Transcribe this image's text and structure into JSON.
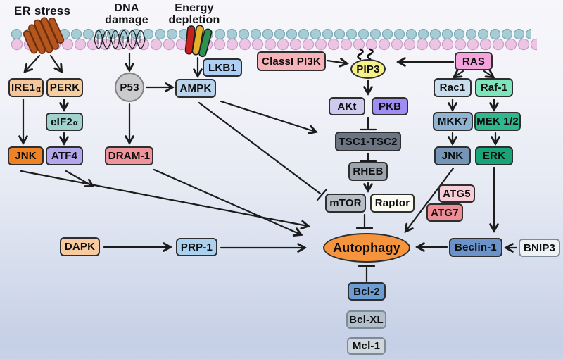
{
  "figure": {
    "stimuli": {
      "er_stress": "ER stress",
      "dna_damage_line1": "DNA",
      "dna_damage_line2": "damage",
      "energy_line1": "Energy",
      "energy_line2": "depletion"
    },
    "nodes": {
      "ire1a": {
        "label": "IRE1",
        "suffix": "α"
      },
      "perk": {
        "label": "PERK"
      },
      "eif2a": {
        "label": "eIF2",
        "suffix": "α"
      },
      "jnk_left": {
        "label": "JNK"
      },
      "atf4": {
        "label": "ATF4"
      },
      "p53": {
        "label": "P53"
      },
      "dram1": {
        "label": "DRAM-1"
      },
      "ampk": {
        "label": "AMPK"
      },
      "lkb1": {
        "label": "LKB1"
      },
      "class1_pi3k": {
        "label": "ClassI PI3K"
      },
      "pip3": {
        "label": "PIP3"
      },
      "ras": {
        "label": "RAS"
      },
      "rac1": {
        "label": "Rac1"
      },
      "raf1": {
        "label": "Raf-1"
      },
      "mkk7": {
        "label": "MKK7"
      },
      "mek12": {
        "label": "MEK 1/2"
      },
      "jnk_right": {
        "label": "JNK"
      },
      "erk": {
        "label": "ERK"
      },
      "akt": {
        "label": "AKt"
      },
      "pkb": {
        "label": "PKB"
      },
      "tsc": {
        "label": "TSC1-TSC2"
      },
      "rheb": {
        "label": "RHEB"
      },
      "mtor": {
        "label": "mTOR"
      },
      "raptor": {
        "label": "Raptor"
      },
      "atg5": {
        "label": "ATG5"
      },
      "atg7": {
        "label": "ATG7"
      },
      "dapk": {
        "label": "DAPK"
      },
      "prp1": {
        "label": "PRP-1"
      },
      "autophagy": {
        "label": "Autophagy"
      },
      "beclin1": {
        "label": "Beclin-1"
      },
      "bnip3": {
        "label": "BNIP3"
      },
      "bcl2": {
        "label": "Bcl-2"
      },
      "bclxl": {
        "label": "Bcl-XL"
      },
      "mcl1": {
        "label": "Mcl-1"
      }
    },
    "colors": {
      "membrane_outer": "#a6cdd6",
      "membrane_inner": "#edc4e4",
      "autophagy_orange": "#f5943d",
      "jnk_orange": "#f08226",
      "pip3_yellow": "#f6f088",
      "ras_pink": "#f4a4dc",
      "erk_green": "#18a477",
      "tsc_gray": "#6b7482",
      "er_brown": "#b5561e",
      "bar_red": "#c6201f",
      "bar_yellow": "#e7b02a",
      "bar_green": "#2d9150",
      "line_black": "#1c1c1c"
    }
  }
}
